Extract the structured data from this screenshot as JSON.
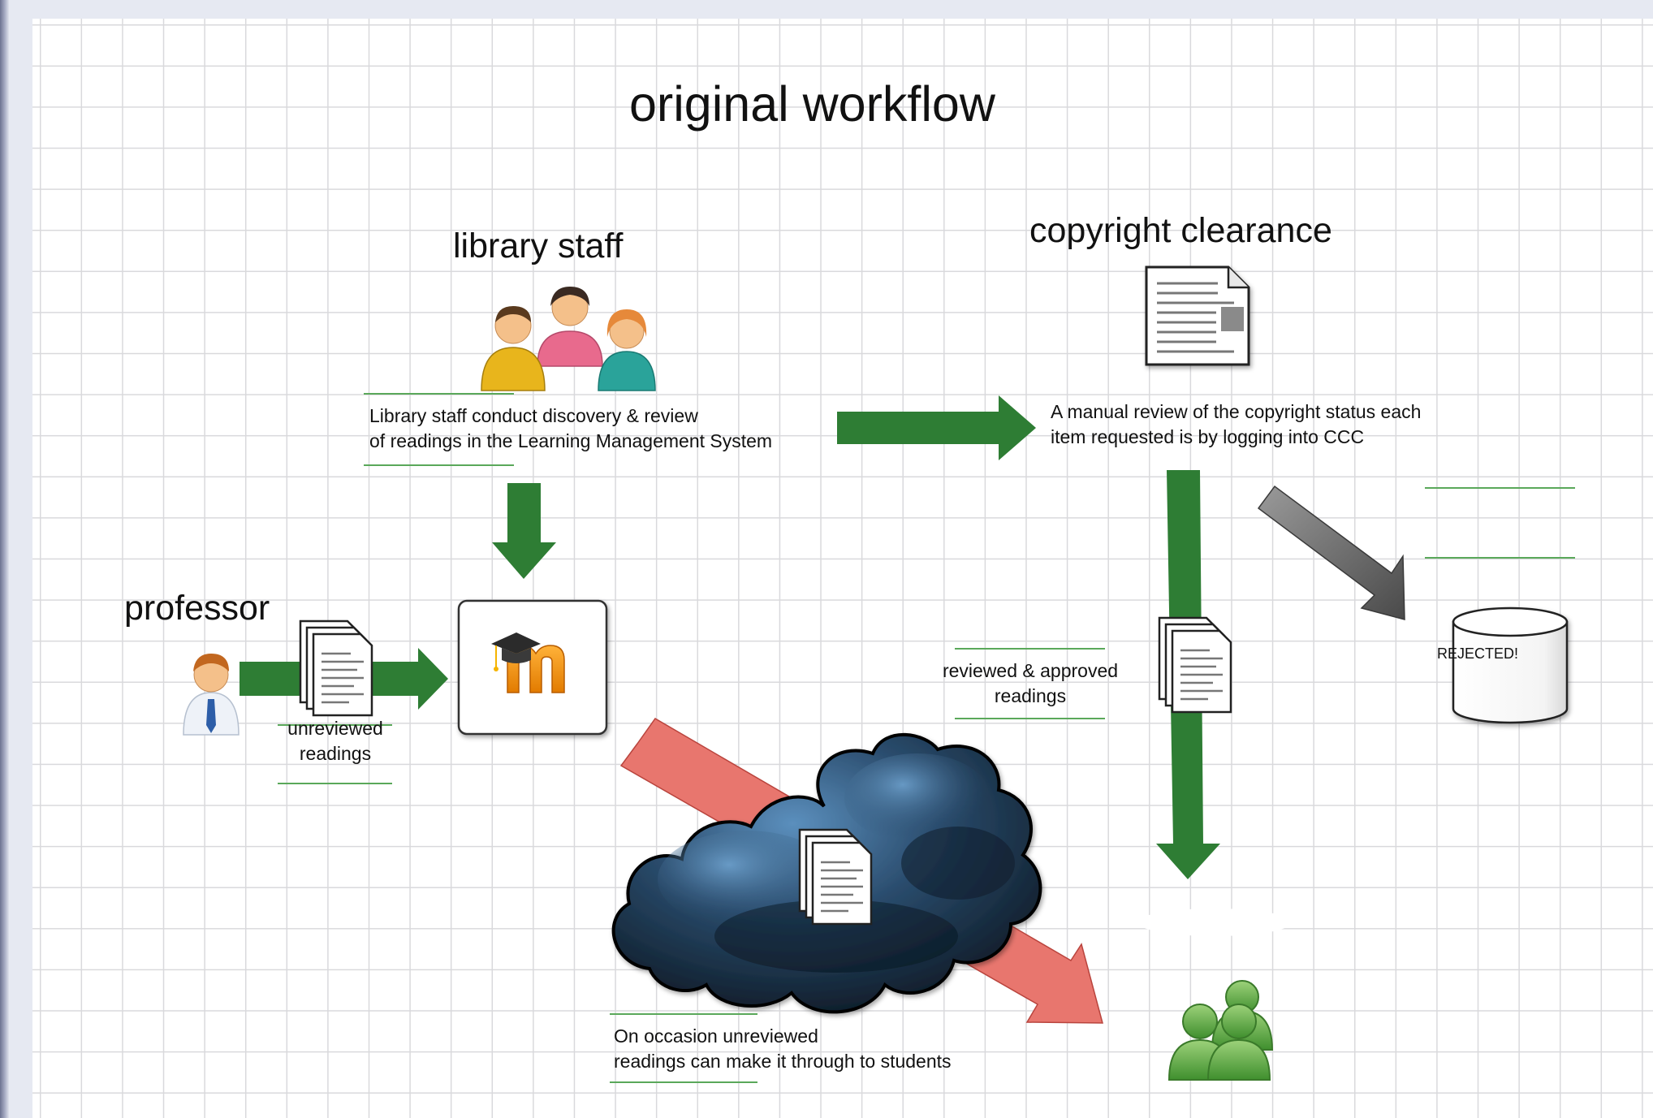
{
  "title": "original workflow",
  "actors": {
    "library_staff": "library staff",
    "professor": "professor",
    "copyright": "copyright clearance"
  },
  "notes": {
    "library_review": [
      "Library staff conduct discovery & review",
      "of readings in the Learning Management System"
    ],
    "manual_review": [
      "A manual review of the copyright status each",
      "item requested is by logging into CCC"
    ],
    "unreviewed": [
      "unreviewed",
      "readings"
    ],
    "reviewed": [
      "reviewed & approved",
      "readings"
    ],
    "occasion": [
      "On occasion unreviewed",
      "readings can make it through to students"
    ]
  },
  "rejected_label": "REJECTED!",
  "colors": {
    "flow_arrow": "#2e7d34",
    "rejected_arrow": "#6f6f6f",
    "leak_arrow": "#e8766e",
    "cloud": "#1d3a55",
    "students": "#6ab04c",
    "moodle_orange": "#f59c1a"
  }
}
